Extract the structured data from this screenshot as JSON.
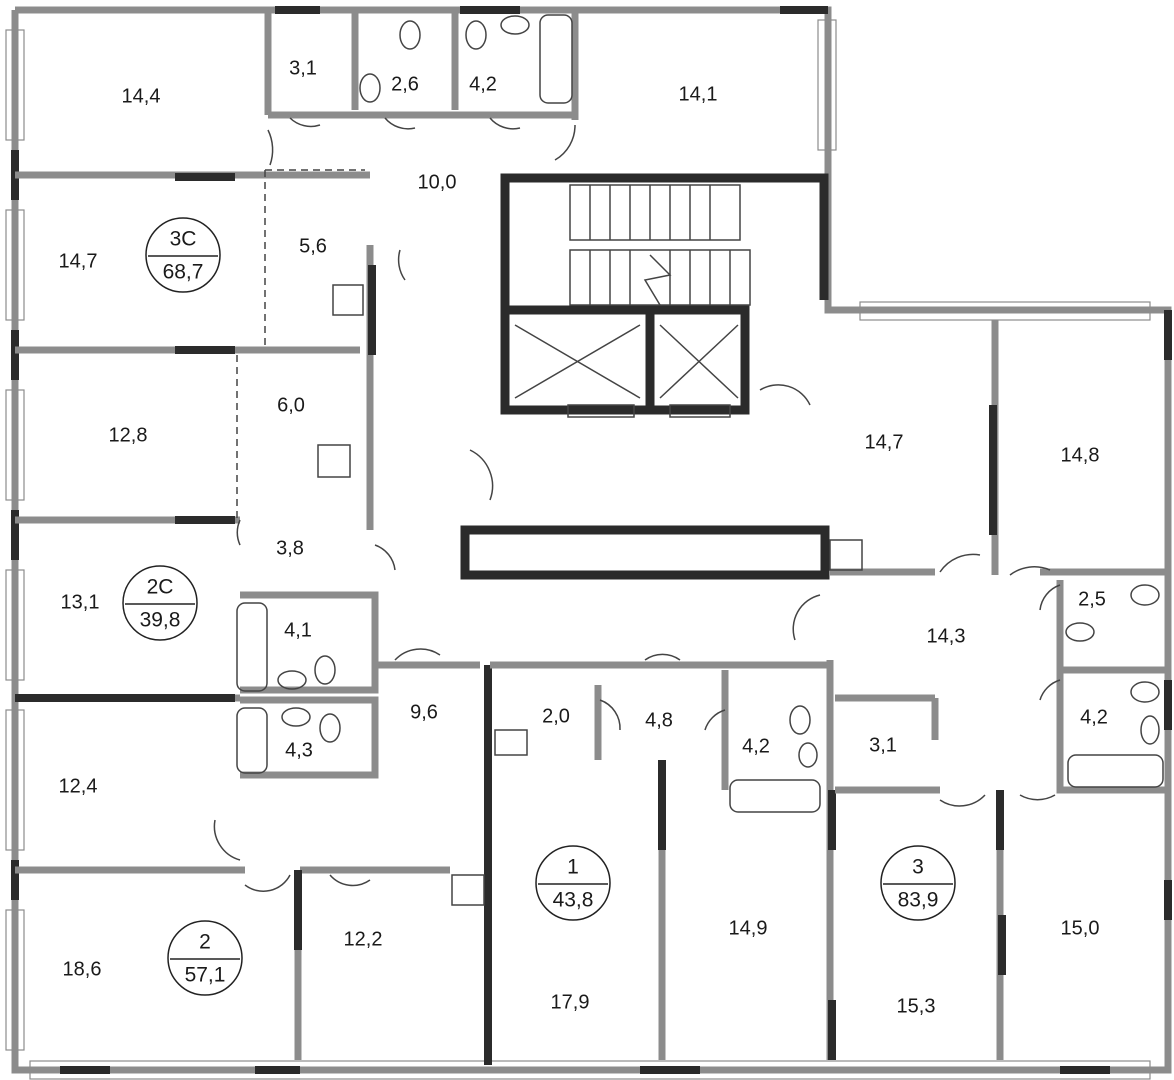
{
  "title": "Floor plan",
  "apartments": [
    {
      "type": "3С",
      "area": "68,7"
    },
    {
      "type": "2С",
      "area": "39,8"
    },
    {
      "type": "2",
      "area": "57,1"
    },
    {
      "type": "1",
      "area": "43,8"
    },
    {
      "type": "3",
      "area": "83,9"
    }
  ],
  "rooms": {
    "r01": "14,4",
    "r02": "3,1",
    "r03": "2,6",
    "r04": "4,2",
    "r05": "14,1",
    "r06": "10,0",
    "r07": "14,7",
    "r08": "5,6",
    "r09": "6,0",
    "r10": "12,8",
    "r11": "3,8",
    "r12": "13,1",
    "r13": "4,1",
    "r14": "12,4",
    "r15": "4,3",
    "r16": "9,6",
    "r17": "18,6",
    "r18": "12,2",
    "r19": "2,0",
    "r20": "4,8",
    "r21": "4,2",
    "r22": "17,9",
    "r23": "14,9",
    "r24": "14,7",
    "r25": "14,8",
    "r26": "14,3",
    "r27": "2,5",
    "r28": "3,1",
    "r29": "4,2",
    "r30": "15,3",
    "r31": "15,0"
  },
  "colors": {
    "wall": "#8c8c8c",
    "dark_wall": "#2b2b2b"
  }
}
